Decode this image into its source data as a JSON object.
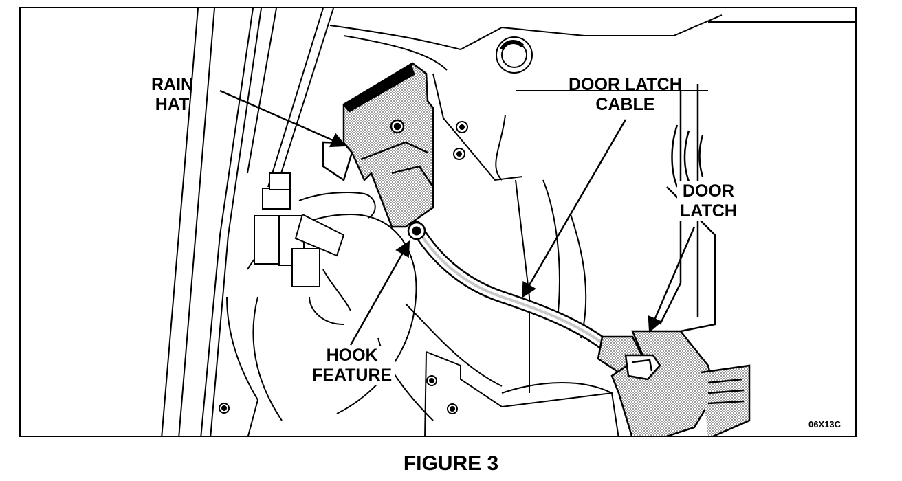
{
  "callouts": {
    "rain_hat": {
      "line1": "RAIN",
      "line2": "HAT"
    },
    "door_latch_cable": {
      "line1": "DOOR LATCH",
      "line2": "CABLE"
    },
    "door_latch": {
      "line1": "DOOR",
      "line2": "LATCH"
    },
    "hook_feature": {
      "line1": "HOOK",
      "line2": "FEATURE"
    }
  },
  "figure_code": "06X13C",
  "figure_title": "FIGURE 3",
  "colors": {
    "ink": "#000000",
    "paper": "#ffffff",
    "shade": "#8a8a8a"
  },
  "icons": [
    "arrow-rain-hat",
    "arrow-door-latch-cable",
    "arrow-door-latch",
    "arrow-hook-feature"
  ]
}
